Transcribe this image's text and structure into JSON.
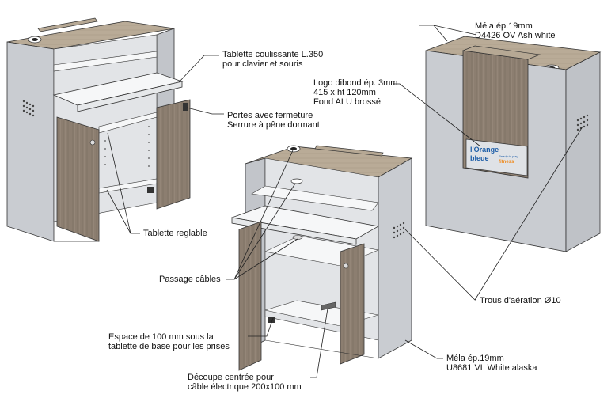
{
  "labels": {
    "mela_top": [
      "Méla ép.19mm",
      "D4426 OV Ash white"
    ],
    "tablette_coulissante": [
      "Tablette coulissante L.350",
      "pour clavier et souris"
    ],
    "logo": [
      "Logo dibond ép. 3mm",
      "415 x ht 120mm",
      "Fond ALU brossé"
    ],
    "portes": [
      "Portes avec fermeture",
      "Serrure à pêne dormant"
    ],
    "tablette_reglable": "Tablette reglable",
    "passage_cables": "Passage câbles",
    "trous_aeration": "Trous d'aération Ø10",
    "espace": [
      "Espace de 100 mm sous la",
      "tablette de base pour les prises"
    ],
    "mela_white": [
      "Méla ép.19mm",
      "U8681 VL White alaska"
    ],
    "decoupe": [
      "Découpe centrée pour",
      "câble électrique 200x100 mm"
    ]
  },
  "logo_panel": {
    "line1": "l'Orange",
    "line2": "bleue",
    "tag1": "Ready to play",
    "tag2": "fitness"
  },
  "colors": {
    "wood": "#8a7c6e",
    "wood_dark": "#6f6257",
    "panel_grey": "#c9ccd1",
    "panel_light": "#e4e6e9",
    "white_shelf": "#f4f5f6",
    "logo_blue": "#1f5fa8",
    "logo_orange": "#f08a1c"
  }
}
